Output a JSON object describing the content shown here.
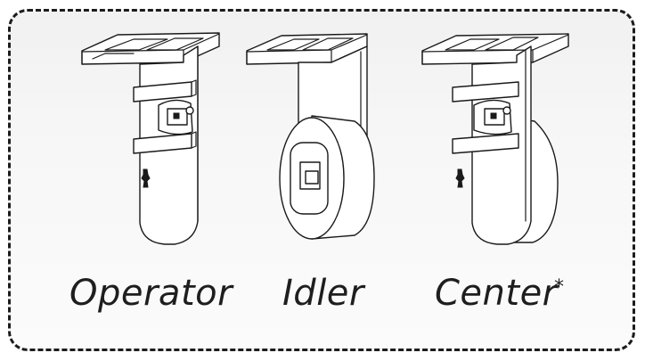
{
  "labels": {
    "operator": "Operator",
    "idler": "Idler",
    "center": "Center",
    "center_mark": "*"
  },
  "colors": {
    "frame_border": "#1c1c1c",
    "frame_fill": "#f4f4f4",
    "line": "#1a1a1a",
    "text": "#1e1e1e"
  }
}
